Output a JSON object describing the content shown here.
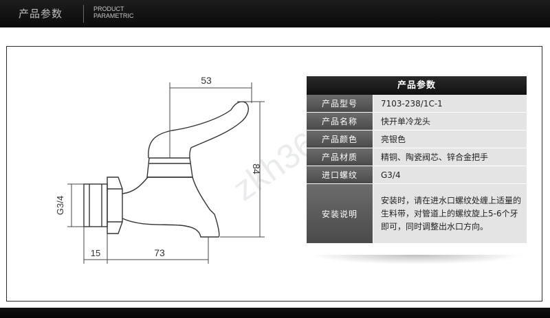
{
  "header": {
    "title_cn": "产品参数",
    "title_en_line1": "PRODUCT",
    "title_en_line2": "PARAMETRIC"
  },
  "drawing": {
    "dim_top": "53",
    "dim_right": "84",
    "dim_left": "G3/4",
    "dim_bottom_left": "15",
    "dim_bottom_right": "73"
  },
  "watermark": "zkh360",
  "specs": {
    "title": "产品参数",
    "rows": [
      {
        "label": "产品型号",
        "value": "7103-238/1C-1"
      },
      {
        "label": "产品名称",
        "value": "快开单冷龙头"
      },
      {
        "label": "产品颜色",
        "value": "亮银色"
      },
      {
        "label": "产品材质",
        "value": "精铜、陶瓷阀芯、锌合金把手"
      },
      {
        "label": "进口螺纹",
        "value": "G3/4"
      },
      {
        "label": "安装说明",
        "value": "安装时，请在进水口螺纹处缠上适量的生料带，对管道上的螺纹旋上5-6个牙即可，同时调整出水口方向。"
      }
    ]
  }
}
